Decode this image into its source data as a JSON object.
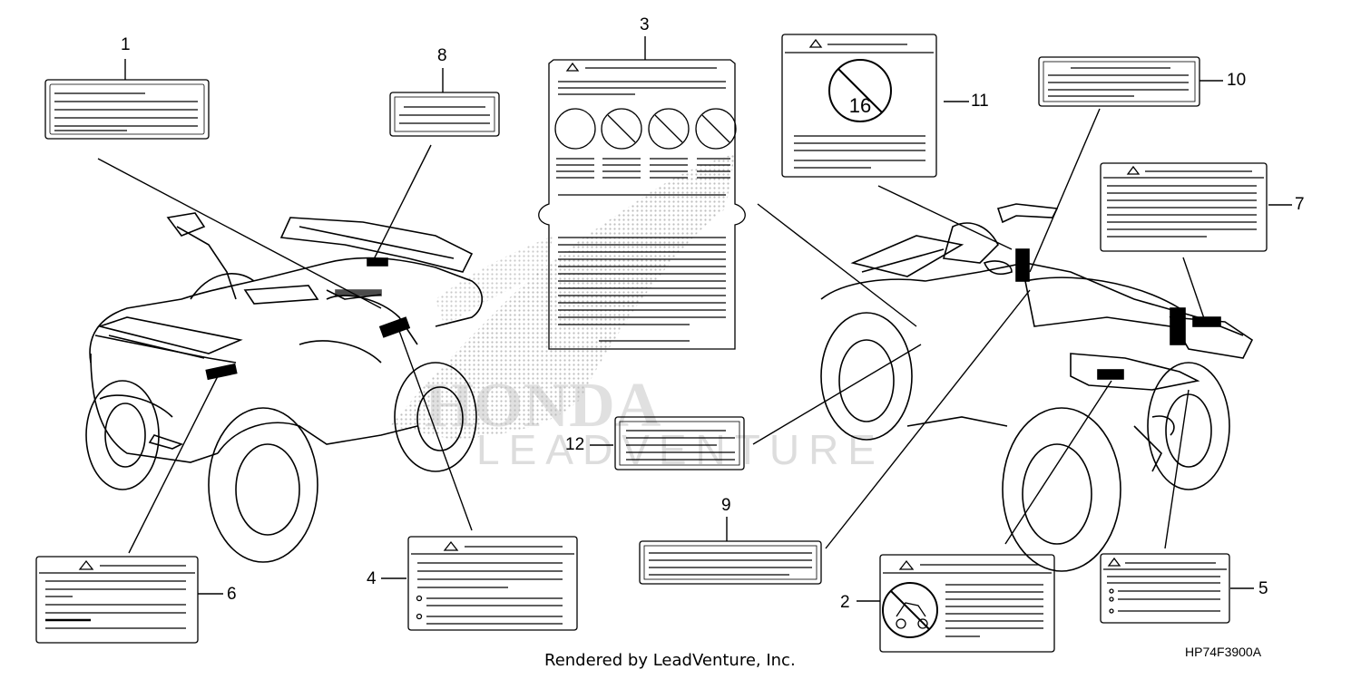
{
  "callouts": {
    "c1": "1",
    "c2": "2",
    "c3": "3",
    "c4": "4",
    "c5": "5",
    "c6": "6",
    "c7": "7",
    "c8": "8",
    "c9": "9",
    "c10": "10",
    "c11": "11",
    "c12": "12"
  },
  "label11_symbol": "16",
  "watermark": {
    "brand": "HONDA",
    "sub": "LEADVENTURE"
  },
  "footer": "Rendered by LeadVenture, Inc.",
  "diagram_code": "HP74F3900A"
}
